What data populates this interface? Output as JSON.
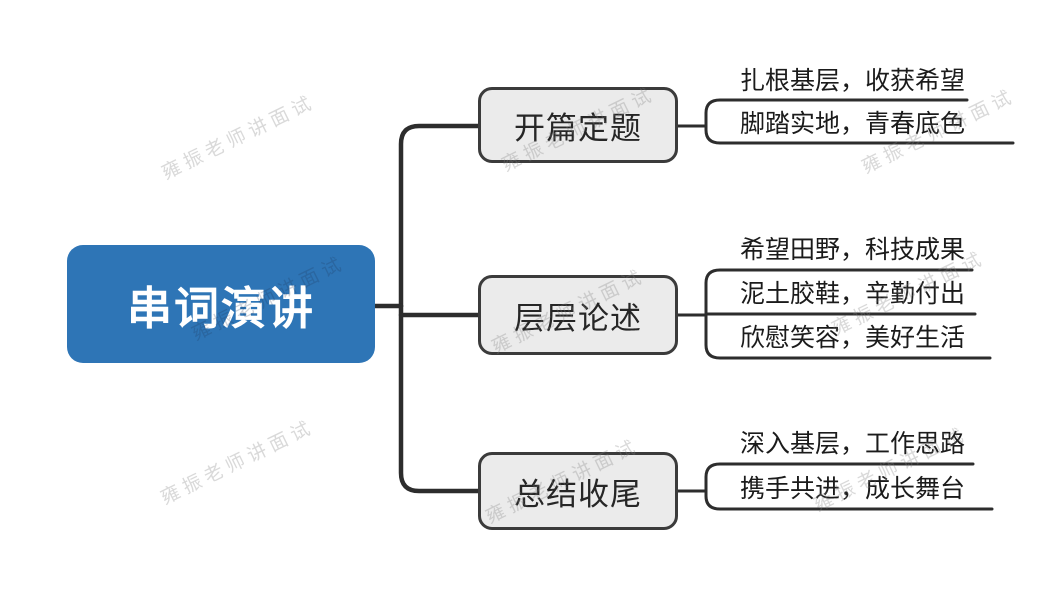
{
  "root": {
    "label": "串词演讲"
  },
  "branches": [
    {
      "label": "开篇定题",
      "leaves": [
        "扎根基层，收获希望",
        "脚踏实地，青春底色"
      ]
    },
    {
      "label": "层层论述",
      "leaves": [
        "希望田野，科技成果",
        "泥土胶鞋，辛勤付出",
        "欣慰笑容，美好生活"
      ]
    },
    {
      "label": "总结收尾",
      "leaves": [
        "深入基层，工作思路",
        "携手共进，成长舞台"
      ]
    }
  ],
  "watermark": {
    "text": "雍振老师讲面试"
  },
  "colors": {
    "root_bg": "#2e75b6",
    "root_text": "#ffffff",
    "branch_bg": "#ebebeb",
    "branch_border": "#3b3b3b",
    "connector_line": "#2d2d2d",
    "leaf_text": "#1b1b1b",
    "watermark": "#c9c9c9"
  }
}
